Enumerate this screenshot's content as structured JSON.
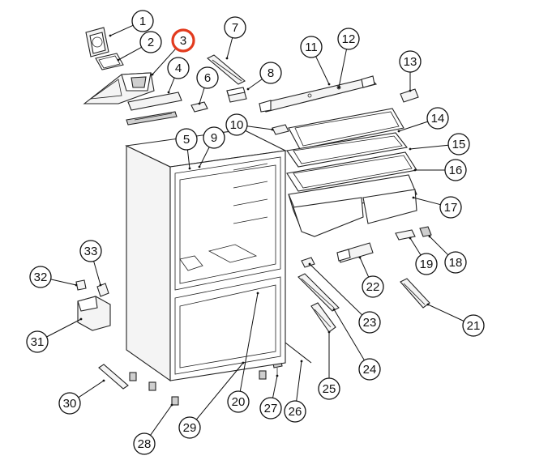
{
  "diagram": {
    "highlight_color": "#e23b1e",
    "line_color": "#111111",
    "callouts": [
      {
        "label": "1",
        "highlighted": false
      },
      {
        "label": "2",
        "highlighted": false
      },
      {
        "label": "3",
        "highlighted": true
      },
      {
        "label": "4",
        "highlighted": false
      },
      {
        "label": "5",
        "highlighted": false
      },
      {
        "label": "6",
        "highlighted": false
      },
      {
        "label": "7",
        "highlighted": false
      },
      {
        "label": "8",
        "highlighted": false
      },
      {
        "label": "9",
        "highlighted": false
      },
      {
        "label": "10",
        "highlighted": false
      },
      {
        "label": "11",
        "highlighted": false
      },
      {
        "label": "12",
        "highlighted": false
      },
      {
        "label": "13",
        "highlighted": false
      },
      {
        "label": "14",
        "highlighted": false
      },
      {
        "label": "15",
        "highlighted": false
      },
      {
        "label": "16",
        "highlighted": false
      },
      {
        "label": "17",
        "highlighted": false
      },
      {
        "label": "18",
        "highlighted": false
      },
      {
        "label": "19",
        "highlighted": false
      },
      {
        "label": "20",
        "highlighted": false
      },
      {
        "label": "21",
        "highlighted": false
      },
      {
        "label": "22",
        "highlighted": false
      },
      {
        "label": "23",
        "highlighted": false
      },
      {
        "label": "24",
        "highlighted": false
      },
      {
        "label": "25",
        "highlighted": false
      },
      {
        "label": "26",
        "highlighted": false
      },
      {
        "label": "27",
        "highlighted": false
      },
      {
        "label": "28",
        "highlighted": false
      },
      {
        "label": "29",
        "highlighted": false
      },
      {
        "label": "30",
        "highlighted": false
      },
      {
        "label": "31",
        "highlighted": false
      },
      {
        "label": "32",
        "highlighted": false
      },
      {
        "label": "33",
        "highlighted": false
      }
    ]
  }
}
